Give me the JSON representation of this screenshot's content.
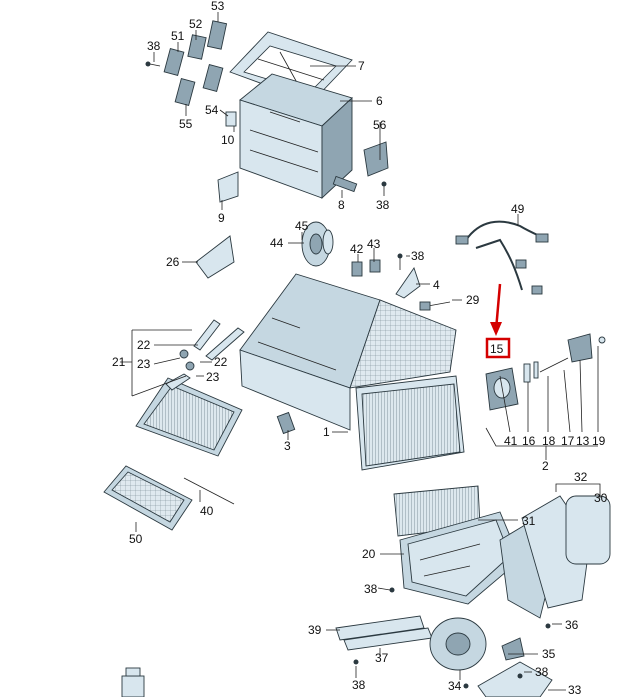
{
  "callouts": [
    {
      "id": "53",
      "text": "53"
    },
    {
      "id": "52",
      "text": "52"
    },
    {
      "id": "51",
      "text": "51"
    },
    {
      "id": "38a",
      "text": "38"
    },
    {
      "id": "7",
      "text": "7"
    },
    {
      "id": "6",
      "text": "6"
    },
    {
      "id": "54",
      "text": "54"
    },
    {
      "id": "55",
      "text": "55"
    },
    {
      "id": "10",
      "text": "10"
    },
    {
      "id": "56",
      "text": "56"
    },
    {
      "id": "9",
      "text": "9"
    },
    {
      "id": "8",
      "text": "8"
    },
    {
      "id": "38b",
      "text": "38"
    },
    {
      "id": "49",
      "text": "49"
    },
    {
      "id": "45",
      "text": "45"
    },
    {
      "id": "44",
      "text": "44"
    },
    {
      "id": "43",
      "text": "43"
    },
    {
      "id": "42",
      "text": "42"
    },
    {
      "id": "38c",
      "text": "38"
    },
    {
      "id": "26",
      "text": "26"
    },
    {
      "id": "4",
      "text": "4"
    },
    {
      "id": "29",
      "text": "29"
    },
    {
      "id": "15",
      "text": "15"
    },
    {
      "id": "22a",
      "text": "22"
    },
    {
      "id": "21",
      "text": "21"
    },
    {
      "id": "23a",
      "text": "23"
    },
    {
      "id": "22b",
      "text": "22"
    },
    {
      "id": "23b",
      "text": "23"
    },
    {
      "id": "1",
      "text": "1"
    },
    {
      "id": "3",
      "text": "3"
    },
    {
      "id": "41",
      "text": "41"
    },
    {
      "id": "16",
      "text": "16"
    },
    {
      "id": "18",
      "text": "18"
    },
    {
      "id": "17",
      "text": "17"
    },
    {
      "id": "13",
      "text": "13"
    },
    {
      "id": "19",
      "text": "19"
    },
    {
      "id": "2",
      "text": "2"
    },
    {
      "id": "32",
      "text": "32"
    },
    {
      "id": "30",
      "text": "30"
    },
    {
      "id": "40",
      "text": "40"
    },
    {
      "id": "31",
      "text": "31"
    },
    {
      "id": "50",
      "text": "50"
    },
    {
      "id": "20",
      "text": "20"
    },
    {
      "id": "38d",
      "text": "38"
    },
    {
      "id": "36",
      "text": "36"
    },
    {
      "id": "39",
      "text": "39"
    },
    {
      "id": "35",
      "text": "35"
    },
    {
      "id": "37",
      "text": "37"
    },
    {
      "id": "38e",
      "text": "38"
    },
    {
      "id": "38f",
      "text": "38"
    },
    {
      "id": "34",
      "text": "34"
    },
    {
      "id": "33",
      "text": "33"
    }
  ],
  "highlight": {
    "text": "15",
    "color": "#d40000"
  }
}
